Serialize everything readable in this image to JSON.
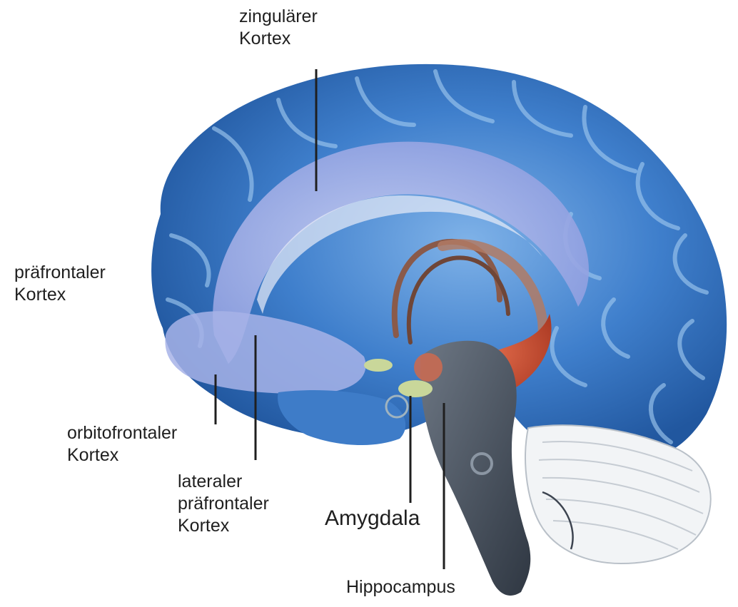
{
  "labels": {
    "cingulate": {
      "line1": "zingulärer",
      "line2": "Kortex"
    },
    "prefrontal": {
      "line1": "präfrontaler",
      "line2": "Kortex"
    },
    "orbitofrontal": {
      "line1": "orbitofrontaler",
      "line2": "Kortex"
    },
    "lateral_prefrontal": {
      "line1": "lateraler",
      "line2": "präfrontaler",
      "line3": "Kortex"
    },
    "amygdala": "Amygdala",
    "hippocampus": "Hippocampus"
  },
  "colors": {
    "cortex": "#3a78c4",
    "cortex_dark": "#21579f",
    "inner_region": "#9aa8e6",
    "brainstem": "#4a5563",
    "hippocampus": "#c2432a",
    "amygdala": "#c9d79a",
    "cerebellum": "#f2f4f6"
  }
}
